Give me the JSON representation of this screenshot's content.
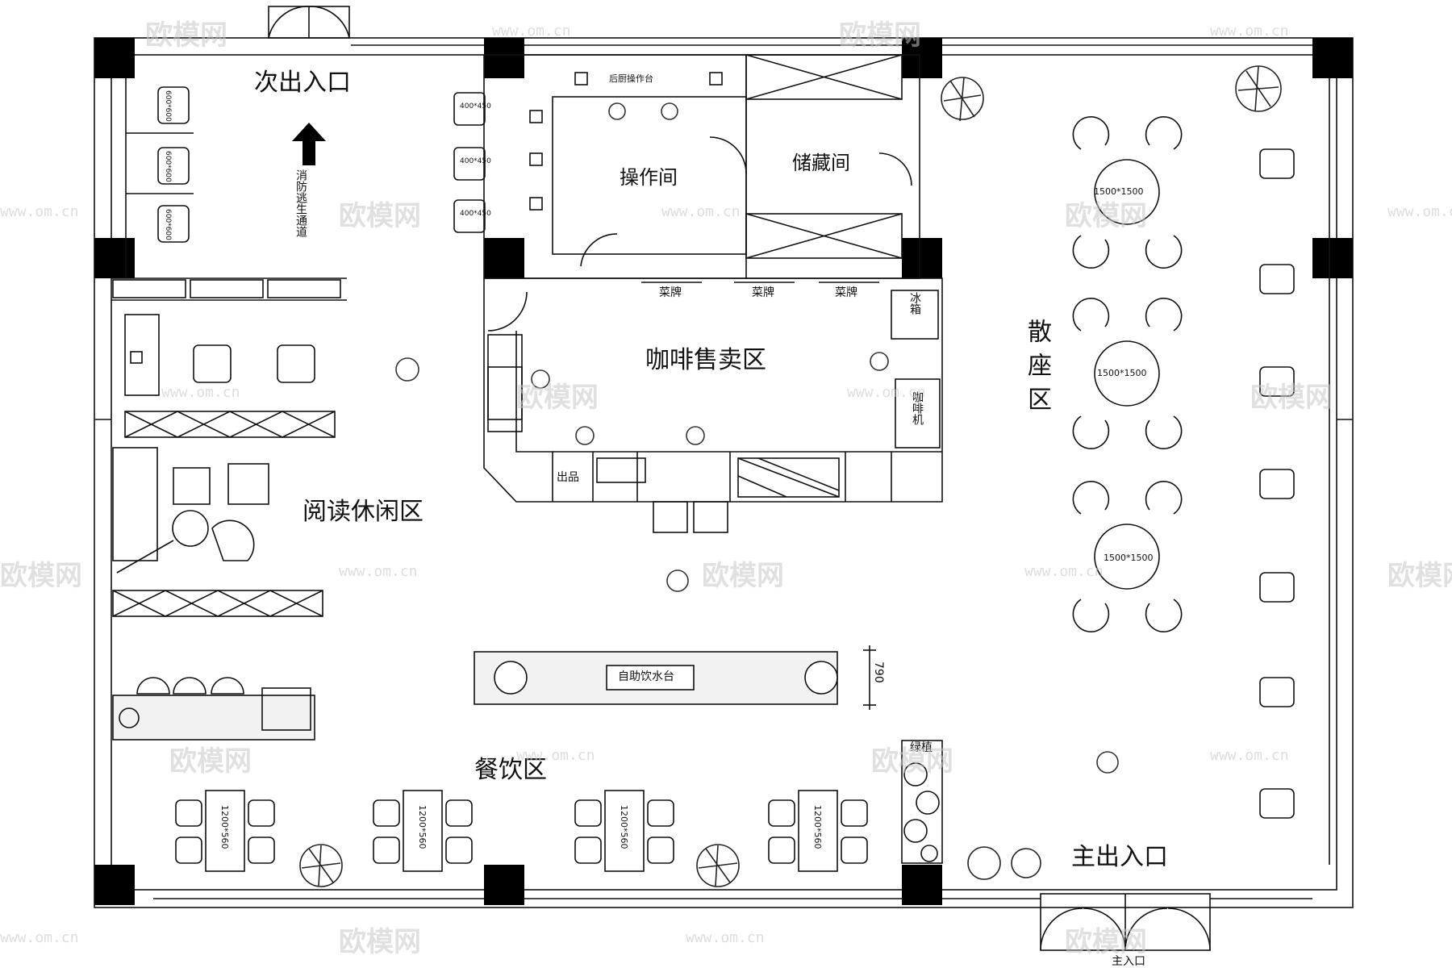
{
  "rooms": {
    "secondary_entrance": "次出入口",
    "fire_escape": "消防逃生通道",
    "operation_room": "操作间",
    "storage_room": "储藏间",
    "back_kitchen_counter": "后厨操作台",
    "coffee_sales_area": "咖啡售卖区",
    "menu_board": "菜牌",
    "fridge": "冰箱",
    "coffee_machine": "咖啡机",
    "serving_out": "出品",
    "loose_seating": "散座区",
    "reading_area": "阅读休闲区",
    "dining_area": "餐饮区",
    "self_service_water": "自助饮水台",
    "water_bar_dim": "790",
    "green_plants": "绿植",
    "main_entrance": "主出入口",
    "main_entry_label": "主入口"
  },
  "furniture": {
    "round_table_size": "1500*1500",
    "dining_table_size": "1200*560",
    "left_stool_size": "600*600",
    "wall_cabinet_size": "400*450"
  },
  "watermark": {
    "brand": "欧模网",
    "url": "www.om.cn"
  }
}
